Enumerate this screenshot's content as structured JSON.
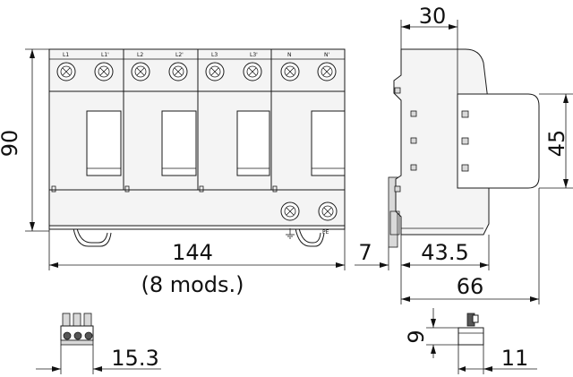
{
  "front_view": {
    "terminal_labels": [
      "L1",
      "L1'",
      "L2",
      "L2'",
      "L3",
      "L3'",
      "N",
      "N'"
    ],
    "pe_label": "PE"
  },
  "dimensions": {
    "height": "90",
    "width": "144",
    "modules": "(8 mods.)",
    "side_depth_top": "30",
    "side_height": "45",
    "rail_gap": "7",
    "side_mid": "43.5",
    "side_total": "66",
    "connector_width": "15.3",
    "small_height": "9",
    "small_width": "11"
  }
}
